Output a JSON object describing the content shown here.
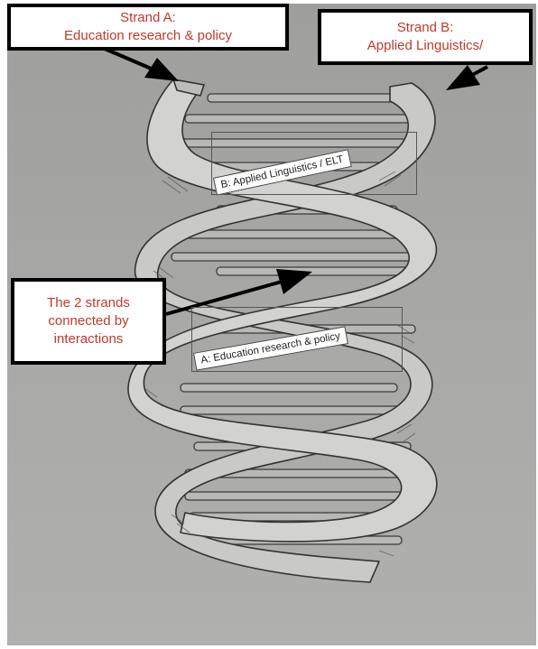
{
  "callouts": {
    "strand_a": {
      "line1": "Strand A:",
      "line2": "Education research & policy"
    },
    "strand_b": {
      "line1": "Strand B:",
      "line2": "Applied Linguistics/"
    },
    "connection": {
      "line1": "The 2 strands",
      "line2": "connected by",
      "line3": "interactions"
    }
  },
  "labels": {
    "b": "B: Applied Linguistics / ELT",
    "a": "A: Education research & policy"
  },
  "colors": {
    "callout_text": "#c0392b",
    "callout_border": "#000000",
    "pencil": "#3a3a3a"
  }
}
